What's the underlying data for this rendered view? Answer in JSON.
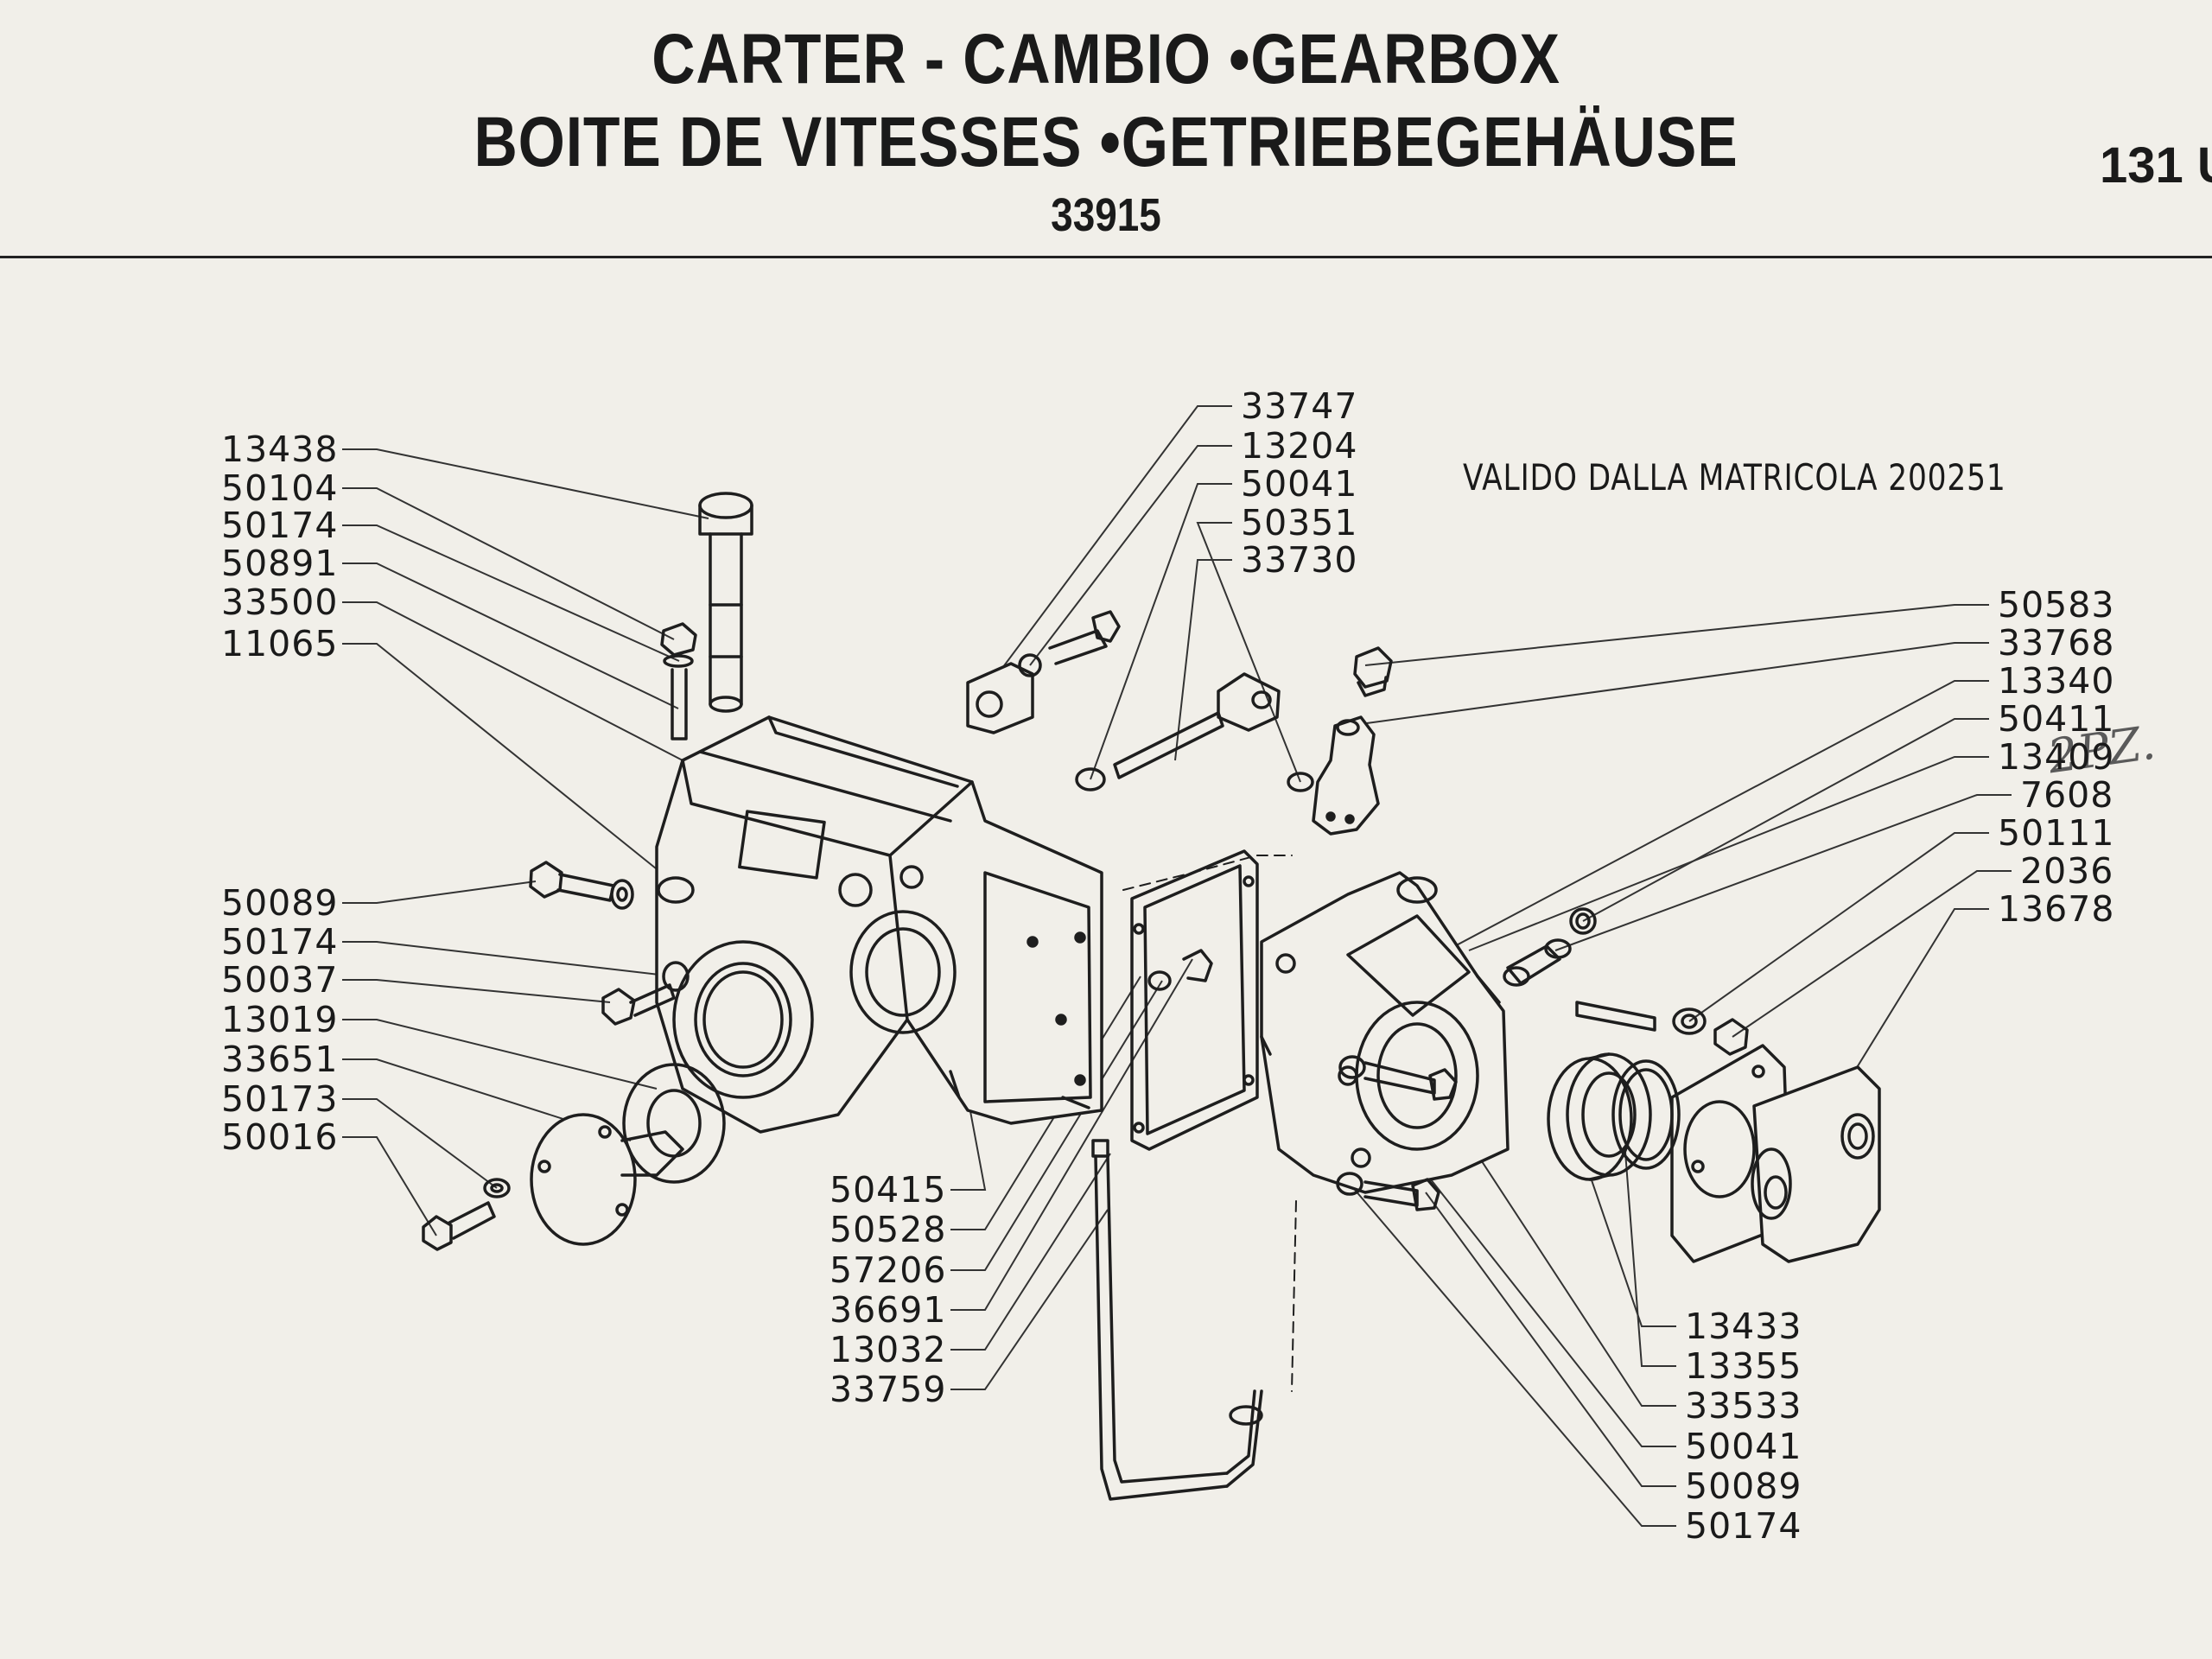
{
  "header": {
    "line1": "CARTER - CAMBIO •GEARBOX",
    "line2": "BOITE DE VITESSES •GETRIEBEGEHÄUSE",
    "code": "33915",
    "page": "131 U"
  },
  "validity_note": "VALIDO DALLA MATRICOLA 200251",
  "handwritten_note": "2PZ.",
  "left_labels": [
    "13438",
    "50104",
    "50174",
    "50891",
    "33500",
    "11065",
    "50089",
    "50174",
    "50037",
    "13019",
    "33651",
    "50173",
    "50016"
  ],
  "top_labels": [
    "33747",
    "13204",
    "50041",
    "50351",
    "33730"
  ],
  "bottom_center_labels": [
    "50415",
    "50528",
    "57206",
    "36691",
    "13032",
    "33759"
  ],
  "right_labels": [
    "50583",
    "33768",
    "13340",
    "50411",
    "13409",
    "7608",
    "50111",
    "2036",
    "13678"
  ],
  "bottom_right_labels": [
    "13433",
    "13355",
    "33533",
    "50041",
    "50089",
    "50174"
  ]
}
